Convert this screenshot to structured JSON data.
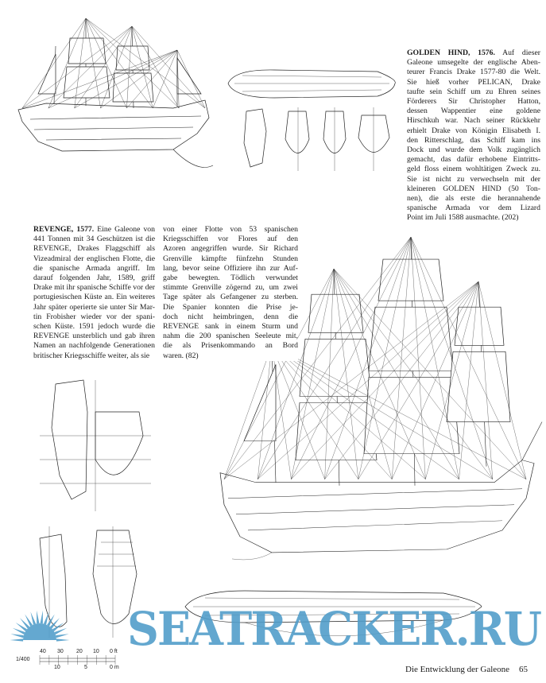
{
  "golden_hind": {
    "title": "GOLDEN HIND, 1576.",
    "lines": [
      " Auf dieser",
      "Galeone umsegelte der englische Aben-",
      "teurer Francis Drake 1577-80 die Welt.",
      "Sie hieß vorher PELICAN, Drake",
      "taufte sein Schiff um zu Ehren seines",
      "Förderers Sir Christopher Hatton,",
      "dessen Wappentier eine goldene",
      "Hirschkuh war. Nach seiner Rückkehr",
      "erhielt Drake von Königin Elisabeth I.",
      "den Ritterschlag, das Schiff kam ins",
      "Dock und wurde dem Volk zugänglich",
      "gemacht, das dafür erhobene Eintritts-",
      "geld floss einem wohltätigen Zweck zu.",
      "Sie ist nicht zu verwechseln mit der",
      "kleineren GOLDEN HIND (50 Ton-",
      "nen), die als erste die herannahende",
      "spanische Armada vor dem Lizard",
      "Point im Juli 1588 ausmachte. (202)"
    ]
  },
  "revenge": {
    "title": "REVENGE, 1577.",
    "col1": [
      " Eine Galeone von",
      "441 Tonnen mit 34 Geschützen ist die",
      "REVENGE, Drakes Flaggschiff als",
      "Vizeadmiral der englischen Flotte, die",
      "die spanische Armada angriff. Im",
      "darauf folgenden Jahr, 1589, griff",
      "Drake mit ihr spanische Schiffe vor der",
      "portugiesischen Küste an. Ein weiteres",
      "Jahr später operierte sie unter Sir Mar-",
      "tin Frobisher wieder vor der spani-",
      "schen Küste. 1591 jedoch wurde die",
      "REVENGE unsterblich und gab ihren",
      "Namen an nachfolgende Generationen",
      "britischer Kriegsschiffe weiter, als sie"
    ],
    "col2": [
      "von einer Flotte von 53 spanischen",
      "Kriegsschiffen vor Flores auf den",
      "Azoren angegriffen wurde. Sir Richard",
      "Grenville kämpfte fünfzehn Stunden",
      "lang, bevor seine Offiziere ihn zur Auf-",
      "gabe bewegten. Tödlich verwundet",
      "stimmte Grenville zögernd zu, um zwei",
      "Tage später als Gefangener zu sterben.",
      "Die Spanier konnten die Prise je-",
      "doch nicht heimbringen, denn die",
      "REVENGE sank in einem Sturm und",
      "nahm die 200 spanischen Seeleute mit,",
      "die als Prisenkommando an Bord",
      "waren. (82)"
    ]
  },
  "scale": {
    "ratio": "1/400",
    "ft_ticks": [
      "40",
      "30",
      "20",
      "10",
      "0 ft"
    ],
    "m_ticks": [
      "10",
      "5",
      "0 m"
    ]
  },
  "footer": {
    "chapter": "Die Entwicklung der Galeone",
    "page_number": "65"
  },
  "watermark": {
    "text": "SEATRACKER.RU",
    "color": "#4e9cc9"
  }
}
